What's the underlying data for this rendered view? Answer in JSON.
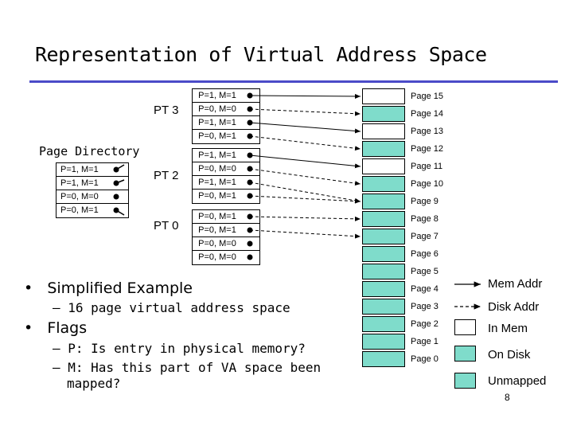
{
  "title": "Representation of Virtual Address Space",
  "colors": {
    "rule": "#4b4bc8",
    "mapped_on_disk": "#5fcfb4",
    "in_mem": "#ffffff",
    "unmapped": "#9be3cf",
    "on_disk": "#5fcfb4",
    "page_fill_ondisk": "#7fdccb"
  },
  "page_directory": {
    "label": "Page Directory",
    "entries": [
      "P=1, M=1",
      "P=1, M=1",
      "P=0, M=0",
      "P=0, M=1"
    ]
  },
  "page_tables": [
    {
      "name": "PT 3",
      "entries": [
        "P=1, M=1",
        "P=0, M=0",
        "P=1, M=1",
        "P=0, M=1"
      ]
    },
    {
      "name": "PT 2",
      "entries": [
        "P=1, M=1",
        "P=0, M=0",
        "P=1, M=1",
        "P=0, M=1"
      ]
    },
    {
      "name": "PT 0",
      "entries": [
        "P=0, M=1",
        "P=0, M=1",
        "P=0, M=0",
        "P=0, M=0"
      ]
    }
  ],
  "pages": [
    "Page 15",
    "Page 14",
    "Page 13",
    "Page 12",
    "Page 11",
    "Page 10",
    "Page 9",
    "Page 8",
    "Page 7",
    "Page 6",
    "Page 5",
    "Page 4",
    "Page 3",
    "Page 2",
    "Page 1",
    "Page 0"
  ],
  "bullets": {
    "b1": "Simplified Example",
    "b1_sub": "16 page virtual address space",
    "b2": "Flags",
    "b2_sub1": "P: Is entry in physical memory?",
    "b2_sub2a": "M: Has this part of VA space been",
    "b2_sub2b": "mapped?"
  },
  "legend": {
    "mem_addr": "Mem Addr",
    "disk_addr": "Disk Addr",
    "in_mem": "In Mem",
    "on_disk": "On Disk",
    "unmapped": "Unmapped"
  },
  "slide_number": "8"
}
